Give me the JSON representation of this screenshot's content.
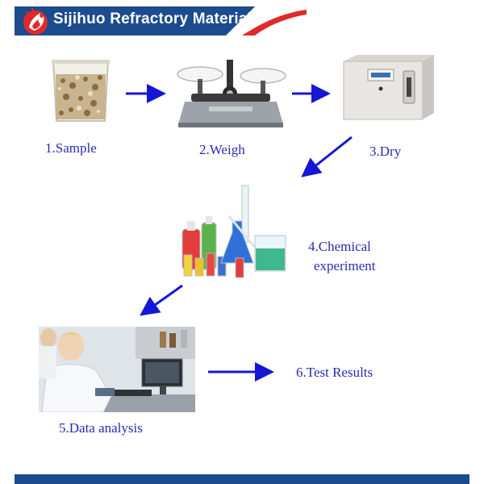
{
  "header": {
    "brand_name": "Sijihuo Refractory Material",
    "colors": {
      "banner": "#1c4b8e",
      "accent_red": "#e02a2a",
      "label_blue": "#2a2ab8",
      "arrow_blue": "#1616d6"
    }
  },
  "steps": [
    {
      "label": "1.Sample",
      "icon": "sample-beaker-icon"
    },
    {
      "label": "2.Weigh",
      "icon": "balance-scale-icon"
    },
    {
      "label": "3.Dry",
      "icon": "drying-oven-icon"
    },
    {
      "label_line1": "4.Chemical",
      "label_line2": "experiment",
      "icon": "lab-glassware-icon"
    },
    {
      "label": "5.Data analysis",
      "icon": "lab-technician-photo"
    },
    {
      "label": "6.Test Results"
    }
  ]
}
